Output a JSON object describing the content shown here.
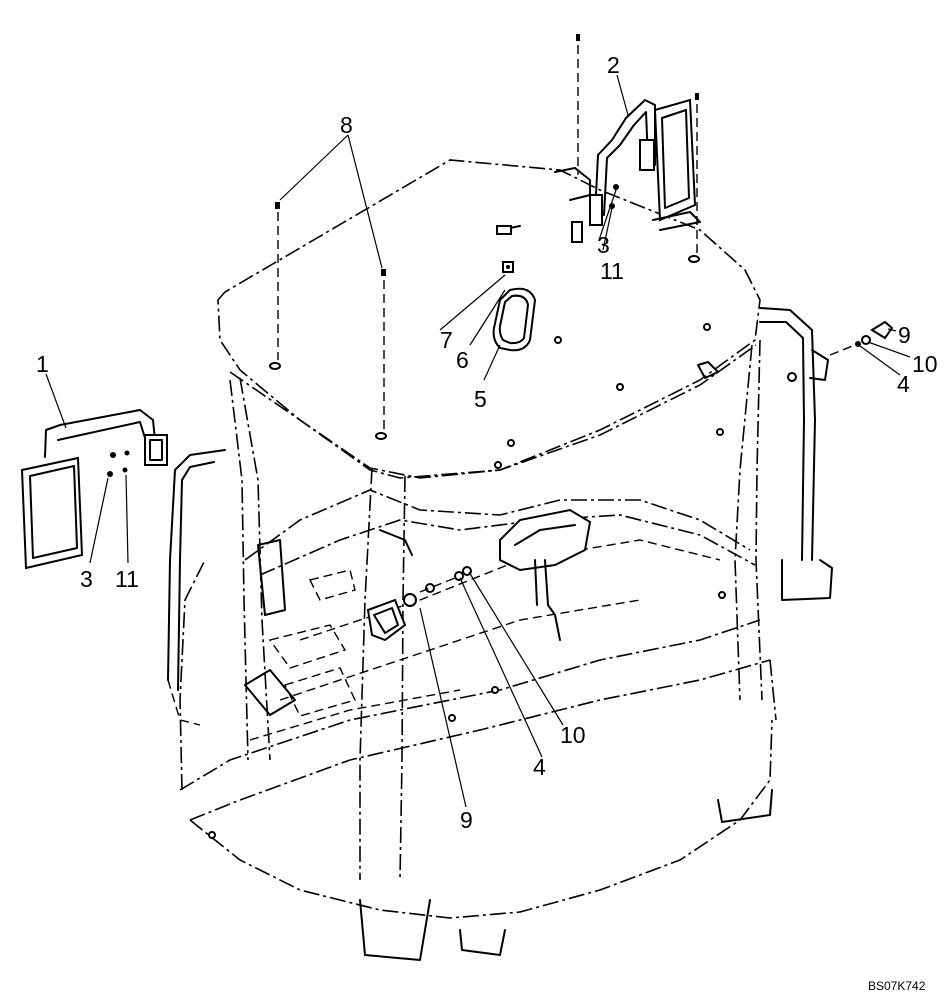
{
  "callouts": [
    {
      "id": "c1",
      "text": "1"
    },
    {
      "id": "c2",
      "text": "2"
    },
    {
      "id": "c3a",
      "text": "3"
    },
    {
      "id": "c3b",
      "text": "3"
    },
    {
      "id": "c4a",
      "text": "4"
    },
    {
      "id": "c4b",
      "text": "4"
    },
    {
      "id": "c5",
      "text": "5"
    },
    {
      "id": "c6",
      "text": "6"
    },
    {
      "id": "c7",
      "text": "7"
    },
    {
      "id": "c8",
      "text": "8"
    },
    {
      "id": "c9a",
      "text": "9"
    },
    {
      "id": "c9b",
      "text": "9"
    },
    {
      "id": "c10a",
      "text": "10"
    },
    {
      "id": "c10b",
      "text": "10"
    },
    {
      "id": "c11a",
      "text": "11"
    },
    {
      "id": "c11b",
      "text": "11"
    }
  ],
  "figure_code": "BS07K742"
}
